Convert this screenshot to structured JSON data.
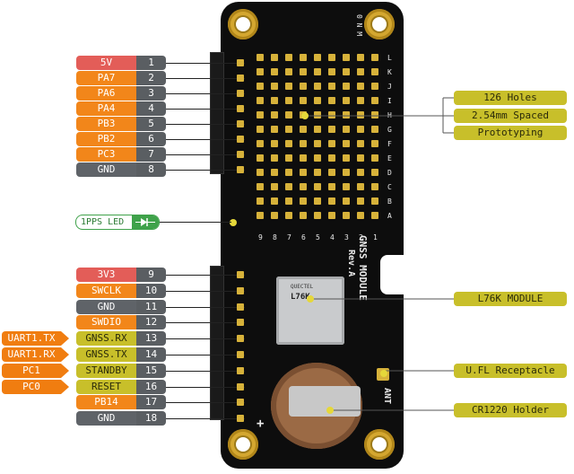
{
  "top_pins": [
    {
      "num": "1",
      "name": "5V",
      "color": "#e35d58"
    },
    {
      "num": "2",
      "name": "PA7",
      "color": "#f2861a"
    },
    {
      "num": "3",
      "name": "PA6",
      "color": "#f2861a"
    },
    {
      "num": "4",
      "name": "PA4",
      "color": "#f2861a"
    },
    {
      "num": "5",
      "name": "PB3",
      "color": "#f2861a"
    },
    {
      "num": "6",
      "name": "PB2",
      "color": "#f2861a"
    },
    {
      "num": "7",
      "name": "PC3",
      "color": "#f2861a"
    },
    {
      "num": "8",
      "name": "GND",
      "color": "#5f6368"
    }
  ],
  "bottom_pins": [
    {
      "num": "9",
      "name": "3V3",
      "color": "#e35d58",
      "ext": ""
    },
    {
      "num": "10",
      "name": "SWCLK",
      "color": "#f2861a",
      "ext": ""
    },
    {
      "num": "11",
      "name": "GND",
      "color": "#5f6368",
      "ext": ""
    },
    {
      "num": "12",
      "name": "SWDIO",
      "color": "#f2861a",
      "ext": ""
    },
    {
      "num": "13",
      "name": "GNSS.RX",
      "color": "#c8bf2a",
      "ext": "UART1.TX"
    },
    {
      "num": "14",
      "name": "GNSS.TX",
      "color": "#c8bf2a",
      "ext": "UART1.RX"
    },
    {
      "num": "15",
      "name": "STANDBY",
      "color": "#c8bf2a",
      "ext": "PC1"
    },
    {
      "num": "16",
      "name": "RESET",
      "color": "#c8bf2a",
      "ext": "PC0"
    },
    {
      "num": "17",
      "name": "PB14",
      "color": "#f2861a",
      "ext": ""
    },
    {
      "num": "18",
      "name": "GND",
      "color": "#5f6368",
      "ext": ""
    }
  ],
  "pps_led": "1PPS LED",
  "callouts": {
    "holes": "126 Holes",
    "spacing": "2.54mm Spaced",
    "proto": "Prototyping",
    "module": "L76K MODULE",
    "ufl": "U.FL Receptacle",
    "holder": "CR1220 Holder"
  },
  "silkscreen": {
    "title": "GNSS MODULE",
    "rev": "Rev.A",
    "ant": "ANT",
    "plus": "+",
    "rows": [
      "L",
      "K",
      "J",
      "I",
      "H",
      "G",
      "F",
      "E",
      "D",
      "C",
      "B",
      "A"
    ],
    "cols": [
      "9",
      "8",
      "7",
      "6",
      "5",
      "4",
      "3",
      "2",
      "1"
    ],
    "top_marks": "0 N M"
  },
  "module_chip": {
    "brand": "QUECTEL",
    "model": "L76K"
  }
}
